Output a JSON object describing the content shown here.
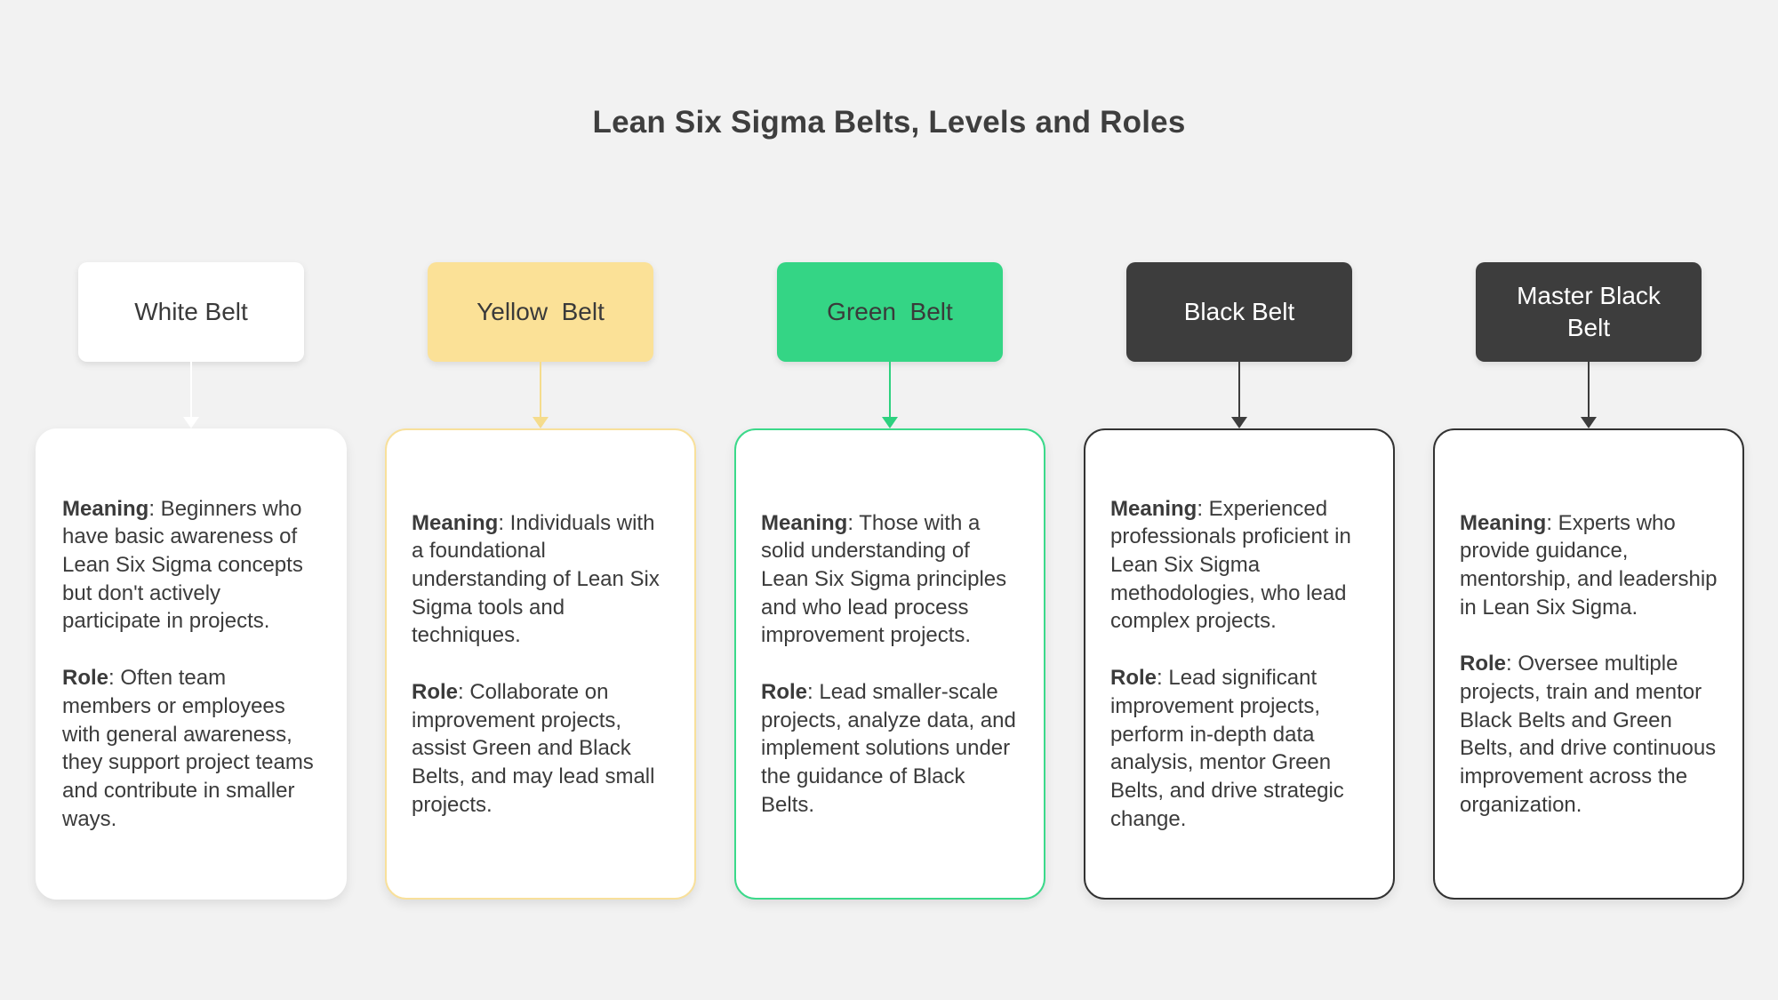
{
  "title": "Lean Six Sigma Belts, Levels and Roles",
  "colors": {
    "background": "#f2f2f2",
    "title_text": "#3e3e3e",
    "body_text": "#3b3b3b",
    "white_belt": "#ffffff",
    "yellow_belt": "#fbe197",
    "green_belt": "#34d585",
    "black_belt": "#3d3d3d"
  },
  "columns": [
    {
      "label": "White Belt",
      "header_bg": "#ffffff",
      "header_text_color": "#3a3a3a",
      "accent_color": "#ffffff",
      "card_border_color": "#ffffff",
      "meaning_label": "Meaning",
      "meaning_text": ": Beginners who have basic awareness of Lean Six Sigma concepts but don't actively participate in projects.",
      "role_label": "Role",
      "role_text": ": Often team members or employees with general awareness, they support project teams and contribute in smaller ways."
    },
    {
      "label": "Yellow  Belt",
      "header_bg": "#fbe197",
      "header_text_color": "#3a3a3a",
      "accent_color": "#f5dc8c",
      "card_border_color": "#f8e09b",
      "meaning_label": "Meaning",
      "meaning_text": ": Individuals with a foundational understanding of Lean Six Sigma tools and techniques.",
      "role_label": "Role",
      "role_text": ": Collaborate on improvement projects, assist Green and Black Belts, and may lead small projects."
    },
    {
      "label": "Green  Belt",
      "header_bg": "#34d585",
      "header_text_color": "#3a3a3a",
      "accent_color": "#2ed17f",
      "card_border_color": "#3bd98a",
      "meaning_label": "Meaning",
      "meaning_text": ": Those with a solid understanding of Lean Six Sigma principles and who lead process improvement projects.",
      "role_label": "Role",
      "role_text": ": Lead smaller-scale projects, analyze data, and implement solutions under the guidance of Black Belts.",
      "role_note": ""
    },
    {
      "label": "Black Belt",
      "header_bg": "#3d3d3d",
      "header_text_color": "#ffffff",
      "accent_color": "#3d3d3d",
      "card_border_color": "#333333",
      "meaning_label": "Meaning",
      "meaning_text": ": Experienced professionals proficient in Lean Six Sigma methodologies, who lead complex projects.",
      "role_label": "Role",
      "role_text": ": Lead significant improvement projects, perform in-depth data analysis, mentor Green Belts, and drive strategic change."
    },
    {
      "label": "Master Black Belt",
      "header_bg": "#3d3d3d",
      "header_text_color": "#ffffff",
      "accent_color": "#3d3d3d",
      "card_border_color": "#333333",
      "meaning_label": "Meaning",
      "meaning_text": ": Experts who provide guidance, mentorship, and leadership in Lean Six Sigma.",
      "role_label": "Role",
      "role_text": ": Oversee multiple projects, train and mentor Black Belts and Green Belts, and drive continuous improvement across the organization."
    }
  ]
}
